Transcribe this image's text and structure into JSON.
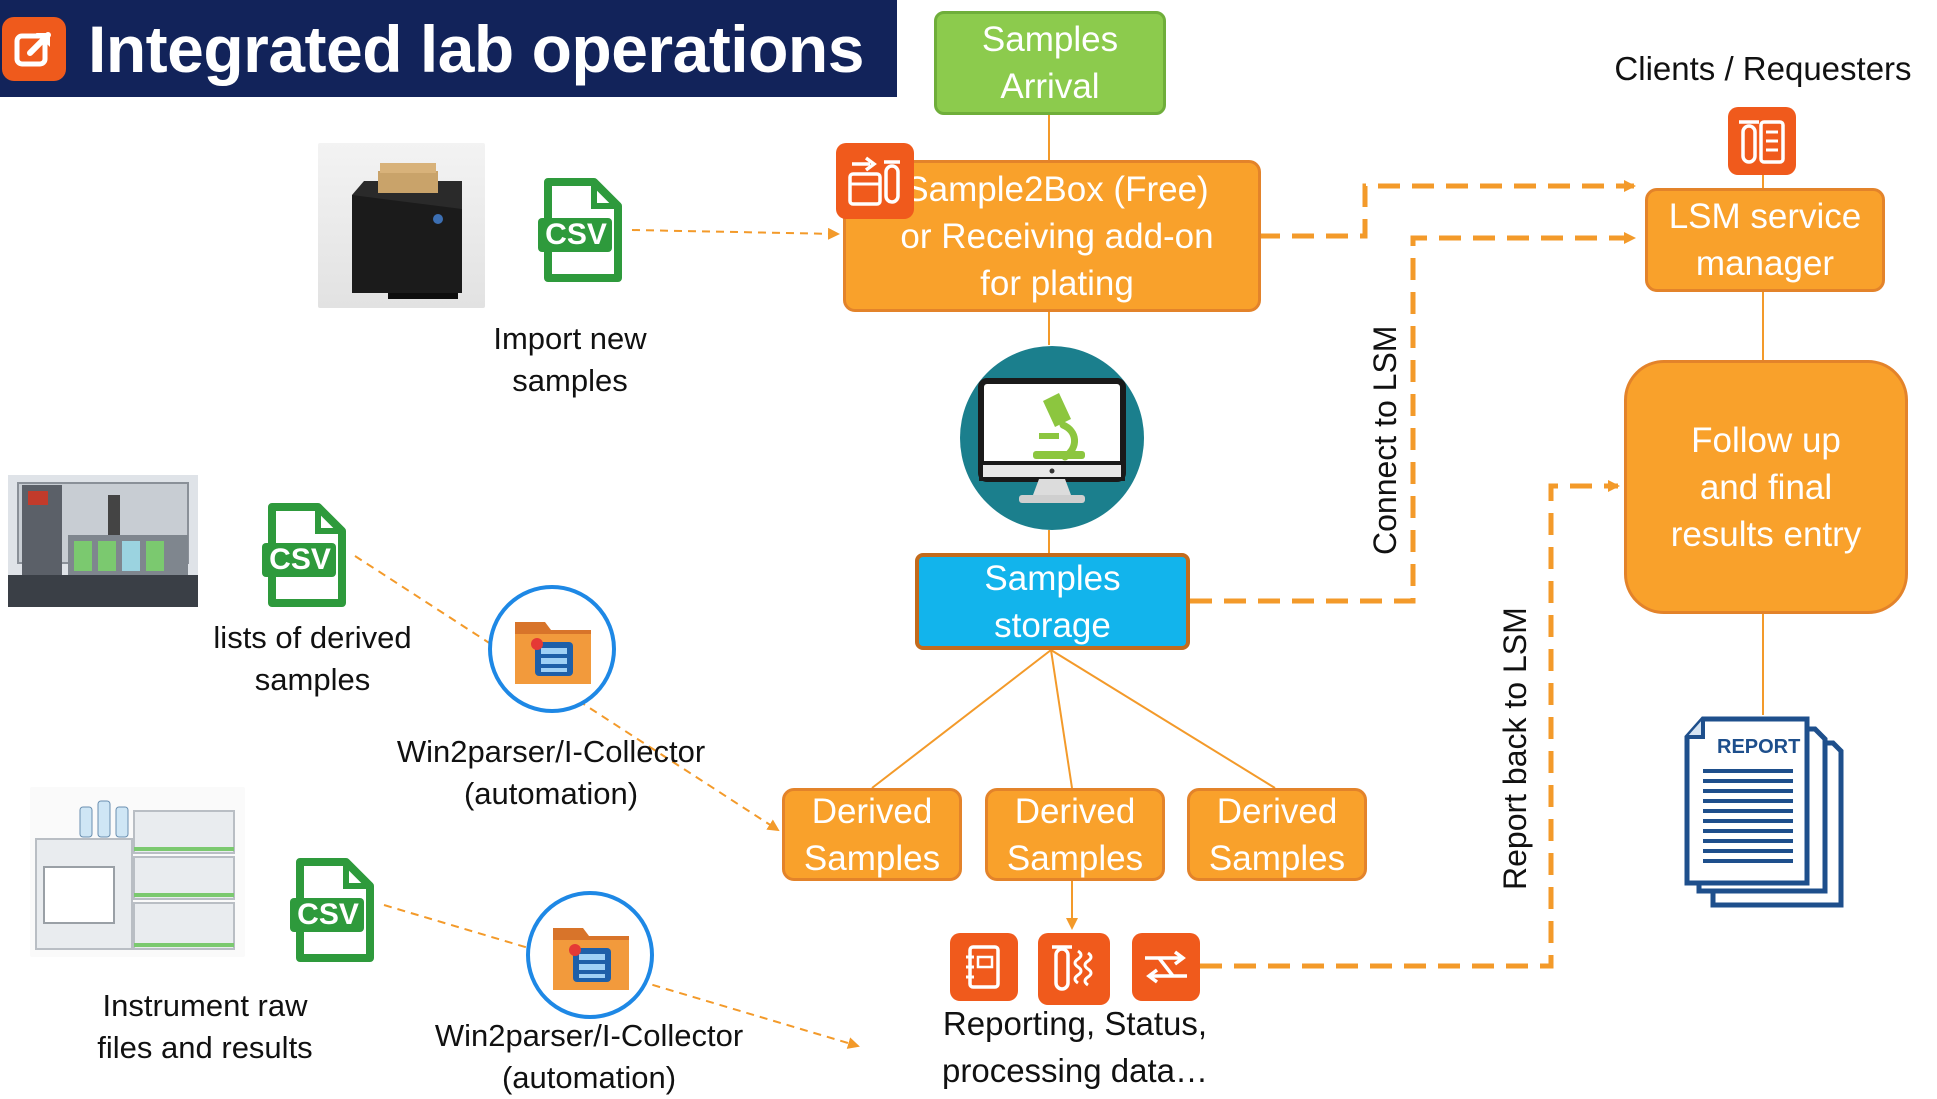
{
  "title": "Integrated lab operations",
  "nodes": {
    "samples_arrival": "Samples\nArrival",
    "sample2box": "Sample2Box (Free)\nor Receiving add-on\nfor plating",
    "samples_storage": "Samples\nstorage",
    "derived_1": "Derived\nSamples",
    "derived_2": "Derived\nSamples",
    "derived_3": "Derived\nSamples",
    "lsm_service_manager": "LSM service\nmanager",
    "follow_up": "Follow up\nand final\nresults entry"
  },
  "labels": {
    "clients": "Clients / Requesters",
    "import_new": "Import new\nsamples",
    "lists_derived": "lists of derived\nsamples",
    "win2parser_1": "Win2parser/I-Collector\n(automation)",
    "win2parser_2": "Win2parser/I-Collector\n(automation)",
    "instrument_raw": "Instrument raw\nfiles and results",
    "reporting": "Reporting, Status,\nprocessing data…",
    "connect_lsm": "Connect to LSM",
    "report_back": "Report back to LSM",
    "csv": "CSV",
    "report_doc": "REPORT"
  },
  "colors": {
    "title_bg": "#12235a",
    "orange": "#f9a12b",
    "green": "#8ccb4d",
    "blue": "#12b4ec",
    "icon_orange": "#f05a1c",
    "csv_green": "#2e9a3c"
  }
}
